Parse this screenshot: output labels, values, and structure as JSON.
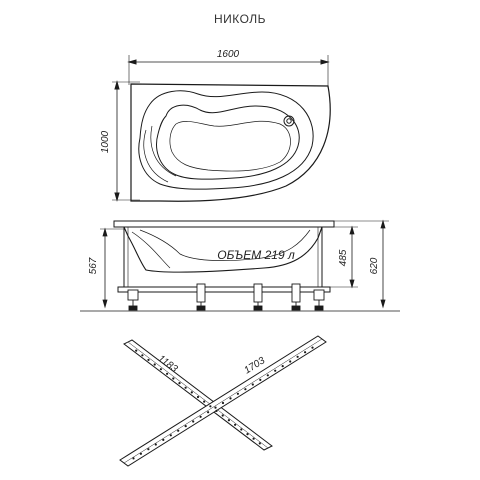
{
  "title": "НИКОЛЬ",
  "top_view": {
    "width_label": "1600",
    "depth_label": "1000"
  },
  "side_view": {
    "volume_label": "ОБЪЕМ 219 л",
    "left_height_label": "567",
    "inner_height_label": "485",
    "total_height_label": "620"
  },
  "frame": {
    "rail_a_label": "1183",
    "rail_b_label": "1703"
  },
  "colors": {
    "line": "#1a1a1a",
    "dim": "#333333"
  }
}
